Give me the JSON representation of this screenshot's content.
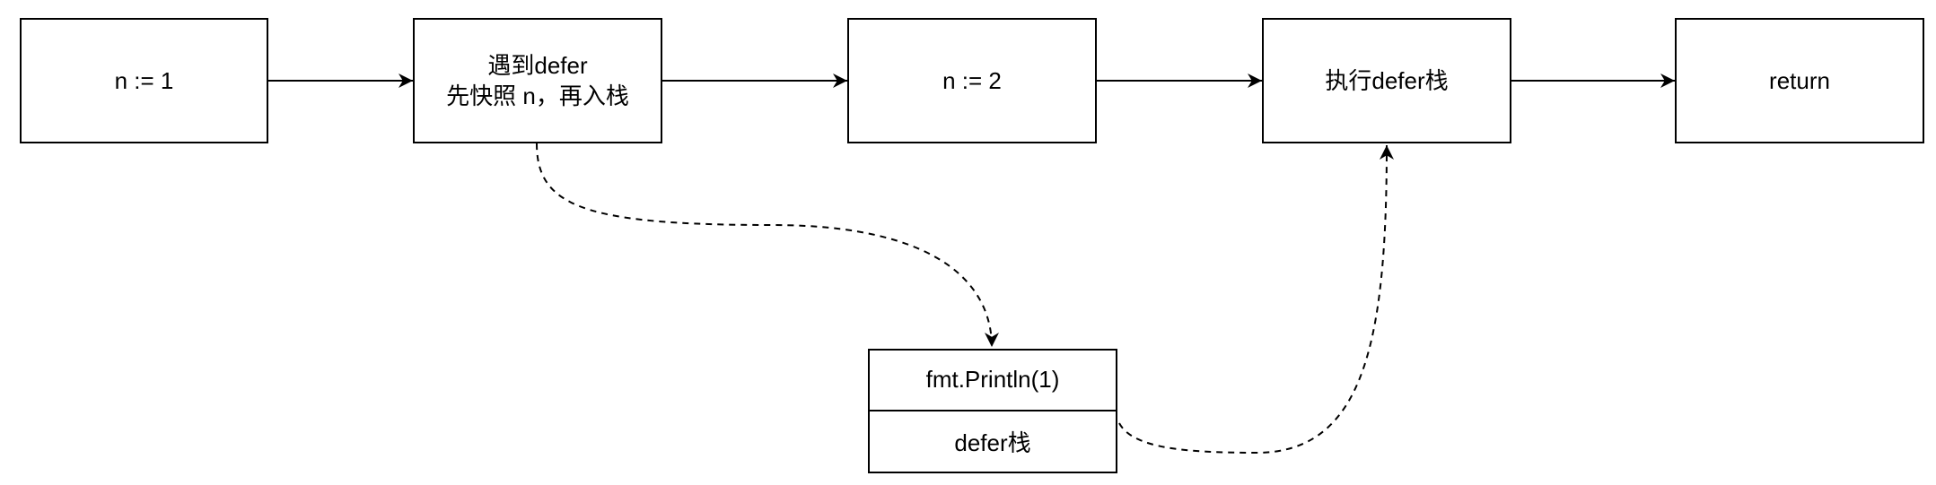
{
  "nodes": [
    {
      "id": "n1",
      "lines": [
        "n := 1"
      ]
    },
    {
      "id": "snapshot",
      "lines": [
        "遇到defer",
        "先快照 n，再入栈"
      ]
    },
    {
      "id": "n2",
      "lines": [
        "n := 2"
      ]
    },
    {
      "id": "exec",
      "lines": [
        "执行defer栈"
      ]
    },
    {
      "id": "ret",
      "lines": [
        "return"
      ]
    }
  ],
  "stack": {
    "item": "fmt.Println(1)",
    "label": "defer栈"
  },
  "colors": {
    "stroke": "#000000",
    "fill": "#ffffff"
  }
}
